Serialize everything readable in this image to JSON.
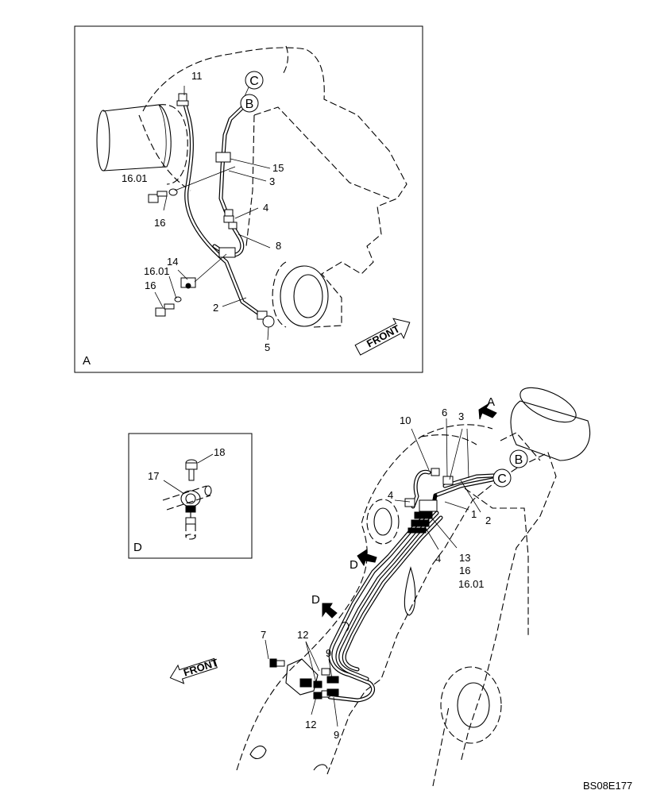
{
  "panels": {
    "a": {
      "label": "A"
    },
    "d": {
      "label": "D"
    }
  },
  "refs": {
    "b": "B",
    "c": "C",
    "a": "A",
    "d": "D"
  },
  "front_label": "FRONT",
  "detail_a": {
    "p11": "11",
    "p15": "15",
    "p3": "3",
    "p1601a": "16.01",
    "p16a": "16",
    "p4": "4",
    "p8": "8",
    "p14": "14",
    "p1601b": "16.01",
    "p16b": "16",
    "p2": "2",
    "p5": "5"
  },
  "detail_d": {
    "p18": "18",
    "p17": "17"
  },
  "main": {
    "p10": "10",
    "p6": "6",
    "p3": "3",
    "p4a": "4",
    "p1": "1",
    "p2": "2",
    "p4b": "4",
    "p13": "13",
    "p16": "16",
    "p1601": "16.01",
    "p7": "7",
    "p12a": "12",
    "p9a": "9",
    "p12b": "12",
    "p9b": "9"
  },
  "footer": {
    "code": "BS08E177"
  }
}
